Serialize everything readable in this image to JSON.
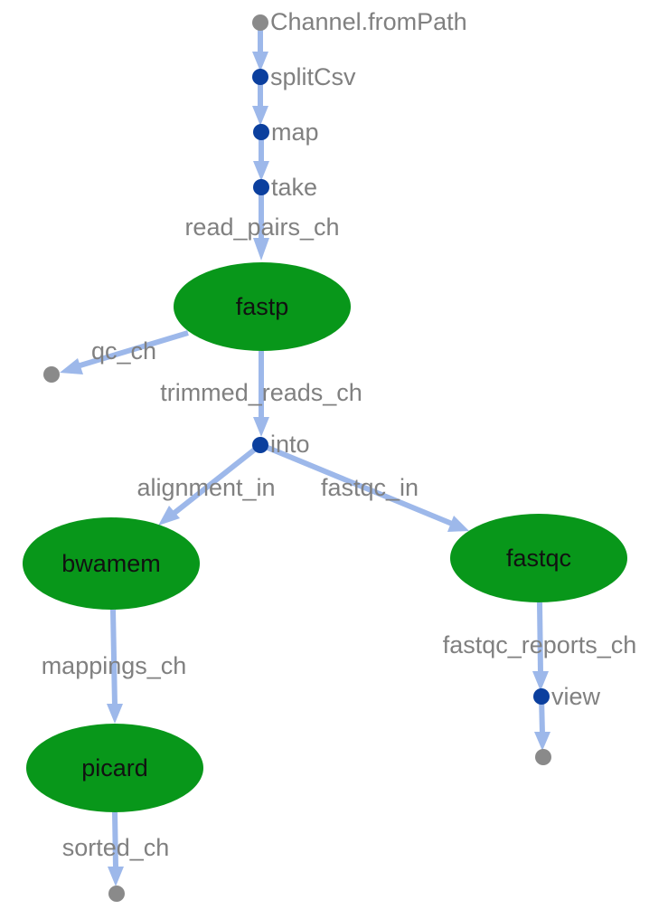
{
  "diagram": {
    "colors": {
      "process": "#08971a",
      "operator": "#0b3f9e",
      "terminal": "#8a8a8a",
      "edge": "#9db8ea",
      "label": "#808080"
    },
    "nodes": {
      "channel_from_path": "Channel.fromPath",
      "split_csv": "splitCsv",
      "map": "map",
      "take": "take",
      "fastp": "fastp",
      "into": "into",
      "bwamem": "bwamem",
      "fastqc": "fastqc",
      "picard": "picard",
      "view": "view"
    },
    "edges": {
      "read_pairs_ch": "read_pairs_ch",
      "qc_ch": "qc_ch",
      "trimmed_reads_ch": "trimmed_reads_ch",
      "alignment_in": "alignment_in",
      "fastqc_in": "fastqc_in",
      "mappings_ch": "mappings_ch",
      "fastqc_reports_ch": "fastqc_reports_ch",
      "sorted_ch": "sorted_ch"
    }
  }
}
